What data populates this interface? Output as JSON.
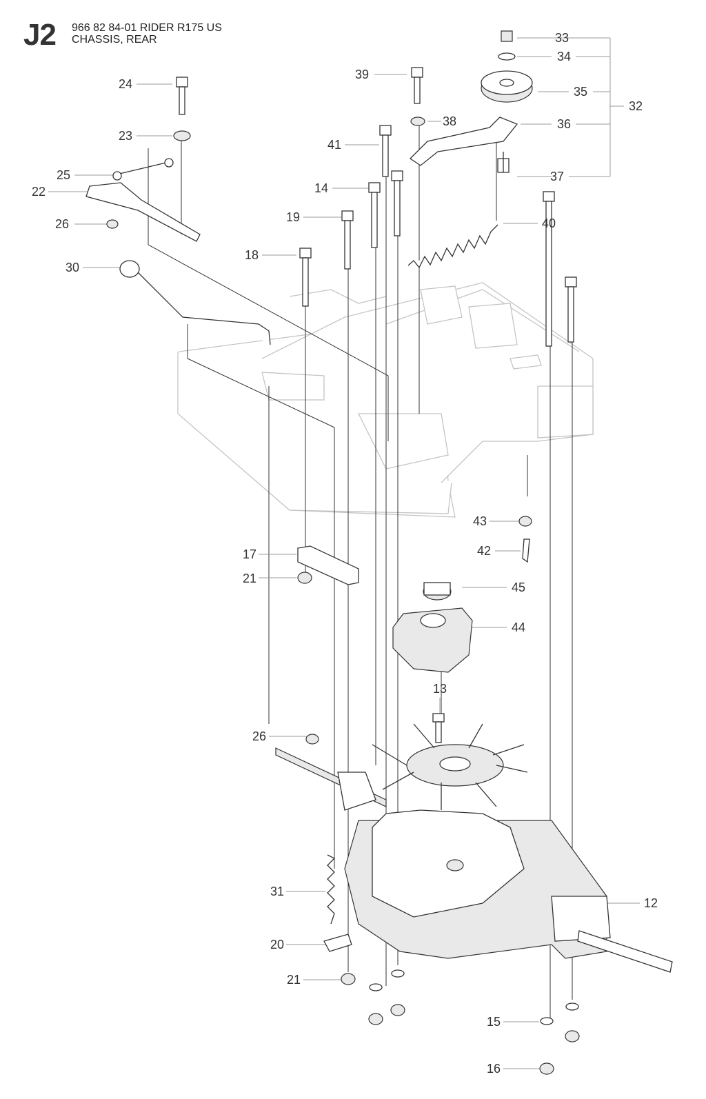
{
  "header": {
    "sheet_code": "J2",
    "title_line1": "966 82 84-01 RIDER R175 US",
    "title_line2": "CHASSIS, REAR"
  },
  "callouts": {
    "p33": "33",
    "p34": "34",
    "p35": "35",
    "p32": "32",
    "p36": "36",
    "p37": "37",
    "p39": "39",
    "p38": "38",
    "p41": "41",
    "p14": "14",
    "p19": "19",
    "p40": "40",
    "p18": "18",
    "p24": "24",
    "p23": "23",
    "p25": "25",
    "p22": "22",
    "p26a": "26",
    "p30": "30",
    "p43": "43",
    "p42": "42",
    "p17": "17",
    "p21a": "21",
    "p45": "45",
    "p44": "44",
    "p13": "13",
    "p26b": "26",
    "p31": "31",
    "p12": "12",
    "p20": "20",
    "p21b": "21",
    "p15": "15",
    "p16": "16"
  }
}
